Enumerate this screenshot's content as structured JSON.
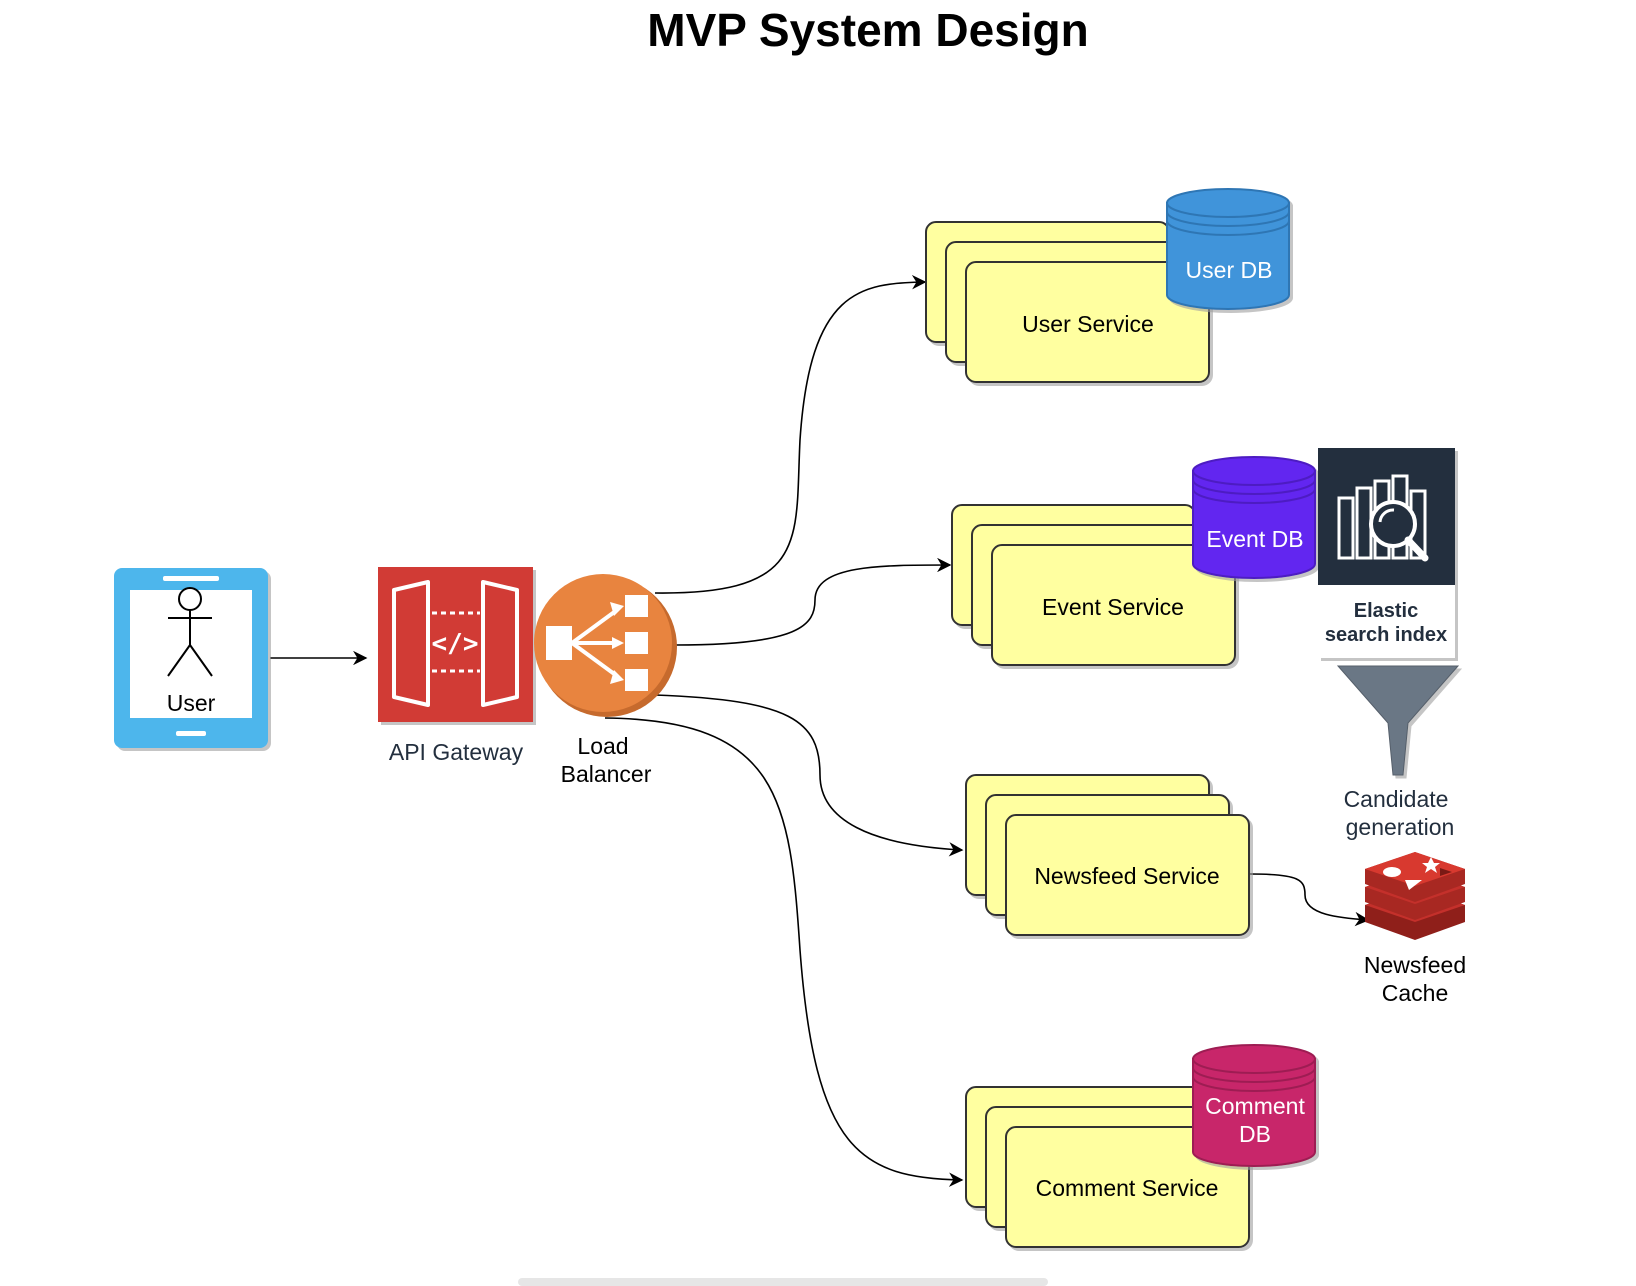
{
  "diagram": {
    "title": "MVP System Design",
    "nodes": {
      "user": {
        "label": "User",
        "icon": "mobile-user-icon",
        "color": "#4DB6EC"
      },
      "api_gateway": {
        "label": "API Gateway",
        "icon": "api-gateway-icon",
        "color": "#D13A35"
      },
      "load_balancer": {
        "label_line1": "Load",
        "label_line2": "Balancer",
        "icon": "load-balancer-icon",
        "color": "#E8843F"
      },
      "user_service": {
        "label": "User Service"
      },
      "user_db": {
        "label": "User DB",
        "color": "#3F94DA"
      },
      "event_service": {
        "label": "Event Service"
      },
      "event_db": {
        "label": "Event DB",
        "color": "#6226F0"
      },
      "elastic": {
        "label_line1": "Elastic",
        "label_line2": "search index",
        "icon": "elasticsearch-icon",
        "color": "#232F3E"
      },
      "candidate": {
        "label_line1": "Candidate",
        "label_line2": "generation",
        "icon": "funnel-icon",
        "color": "#6B7785"
      },
      "newsfeed_service": {
        "label": "Newsfeed Service"
      },
      "newsfeed_cache": {
        "label_line1": "Newsfeed",
        "label_line2": "Cache",
        "icon": "redis-icon",
        "color": "#C4302B"
      },
      "comment_service": {
        "label": "Comment Service"
      },
      "comment_db": {
        "label_line1": "Comment",
        "label_line2": "DB",
        "color": "#C8286A"
      }
    },
    "service_fill": "#FFFFA0"
  }
}
